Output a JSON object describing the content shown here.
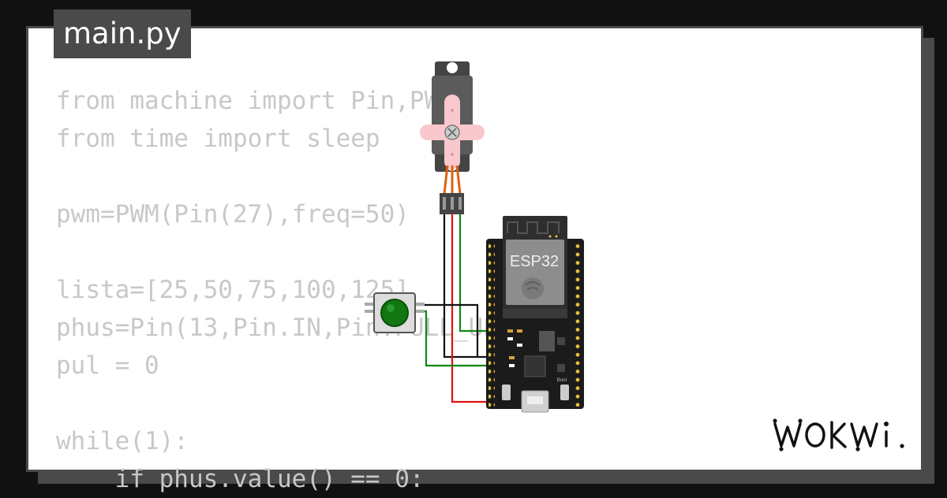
{
  "file_tab": {
    "label": "main.py"
  },
  "code": {
    "lines": [
      "from machine import Pin,PWM",
      "from time import sleep",
      "",
      "pwm=PWM(Pin(27),freq=50)",
      "",
      "lista=[25,50,75,100,125]",
      "phus=Pin(13,Pin.IN,Pin.PULL_UP)",
      "pul = 0",
      "",
      "while(1):",
      "    if phus.value() == 0:"
    ]
  },
  "board": {
    "chip_label": "ESP32",
    "boot_label": "Boot"
  },
  "brand": {
    "logo": "WOKWI"
  },
  "colors": {
    "page_bg": "#111111",
    "card_border": "#4a4a4a",
    "code_text": "#c8c8c8",
    "wire_black": "#111111",
    "wire_red": "#dd1111",
    "wire_green": "#118811",
    "servo_horn": "#f8c8cc",
    "button_cap": "#117711",
    "board_body": "#1b1b1b"
  }
}
